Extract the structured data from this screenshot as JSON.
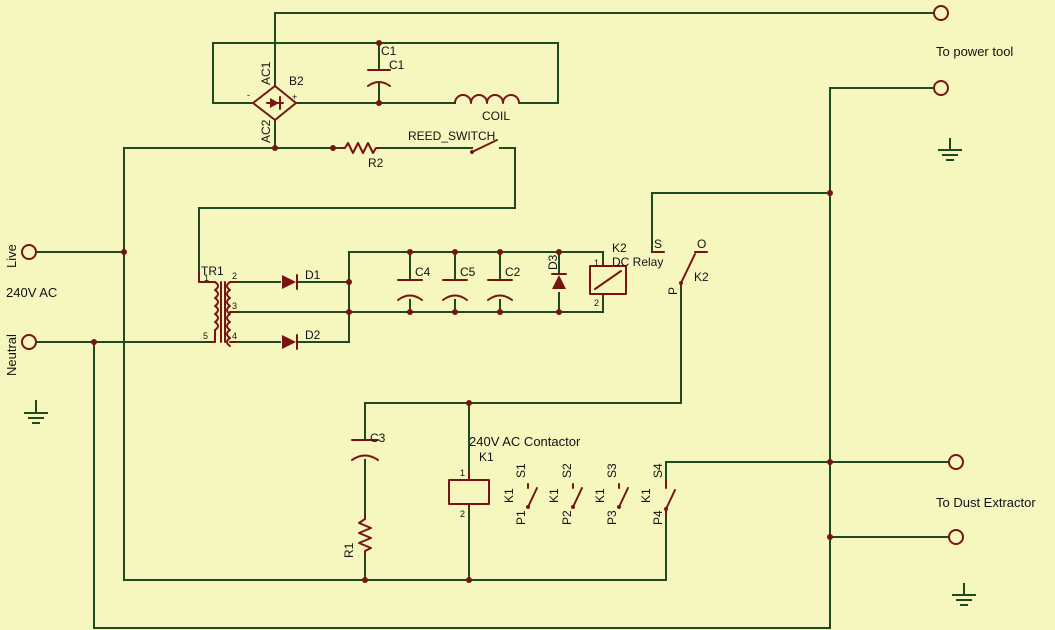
{
  "labels": {
    "to_power_tool": "To power tool",
    "to_dust_extractor": "To Dust Extractor",
    "live": "Live",
    "neutral": "Neutral",
    "supply": "240V AC",
    "contactor_title": "240V AC Contactor",
    "dc_relay": "DC Relay"
  },
  "components": {
    "b2": "B2",
    "ac1": "AC1",
    "ac2": "AC2",
    "c1_top": "C1",
    "c1": "C1",
    "coil": "COIL",
    "r2": "R2",
    "reed_switch": "REED_SWITCH",
    "tr1": "TR1",
    "d1": "D1",
    "d2": "D2",
    "d3": "D3",
    "c4": "C4",
    "c5": "C5",
    "c2": "C2",
    "k2_coil": "K2",
    "k2_contact": "K2",
    "c3": "C3",
    "r1": "R1",
    "k1": "K1",
    "k1_sw": [
      "K1",
      "K1",
      "K1",
      "K1"
    ],
    "s": [
      "S1",
      "S2",
      "S3",
      "S4"
    ],
    "p": [
      "P1",
      "P2",
      "P3",
      "P4"
    ]
  },
  "pins": {
    "minus": "-",
    "plus": "+",
    "tr1": [
      "1",
      "2",
      "3",
      "4",
      "5"
    ],
    "k2": [
      "1",
      "2"
    ],
    "k1": [
      "1",
      "2"
    ],
    "k2_s": "S",
    "k2_o": "O",
    "k2_p": "P"
  }
}
